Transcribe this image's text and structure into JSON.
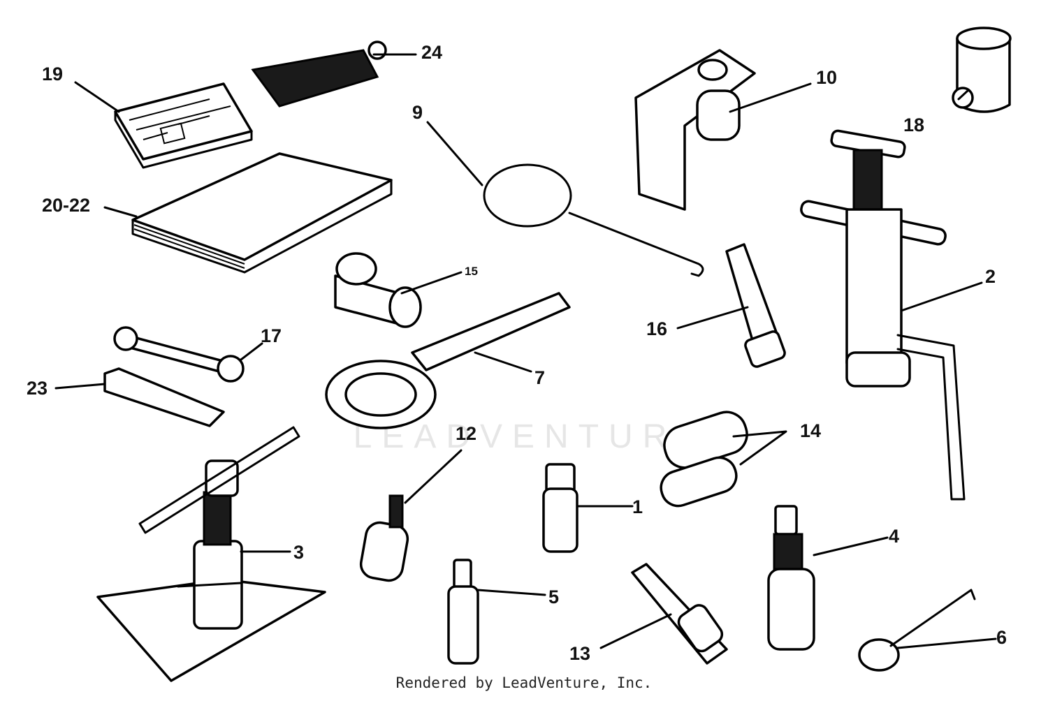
{
  "labels": {
    "l1": "1",
    "l2": "2",
    "l3": "3",
    "l4": "4",
    "l5": "5",
    "l6": "6",
    "l7": "7",
    "l9": "9",
    "l10": "10",
    "l12": "12",
    "l13": "13",
    "l14": "14",
    "l15": "15",
    "l16": "16",
    "l17": "17",
    "l18": "18",
    "l19": "19",
    "l20_22": "20-22",
    "l23": "23",
    "l24": "24"
  },
  "footer": "Rendered by LeadVenture, Inc.",
  "watermark": "LEADVENTURE"
}
